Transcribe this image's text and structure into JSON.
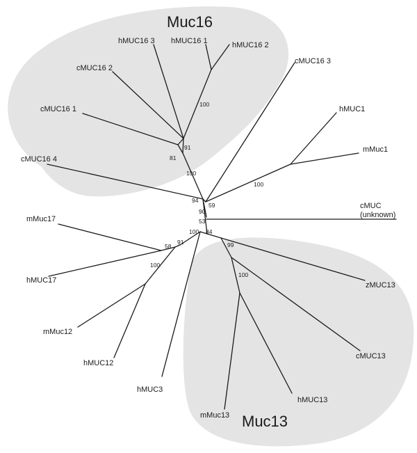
{
  "clades": [
    {
      "id": "muc16",
      "label": "Muc16",
      "color": "#e4e4e4"
    },
    {
      "id": "muc13",
      "label": "Muc13",
      "color": "#e4e4e4"
    }
  ],
  "leaves": [
    {
      "id": "hMUC16_3",
      "label": "hMUC16 3"
    },
    {
      "id": "hMUC16_1",
      "label": "hMUC16 1"
    },
    {
      "id": "hMUC16_2",
      "label": "hMUC16 2"
    },
    {
      "id": "cMUC16_2",
      "label": "cMUC16 2"
    },
    {
      "id": "cMUC16_1",
      "label": "cMUC16 1"
    },
    {
      "id": "cMUC16_4",
      "label": "cMUC16 4"
    },
    {
      "id": "cMUC16_3",
      "label": "cMUC16 3"
    },
    {
      "id": "hMUC1",
      "label": "hMUC1"
    },
    {
      "id": "mMuc1",
      "label": "mMuc1"
    },
    {
      "id": "cMUC_unknown",
      "label": "cMUC",
      "label2": "(unknown)"
    },
    {
      "id": "zMUC13",
      "label": "zMUC13"
    },
    {
      "id": "cMUC13",
      "label": "cMUC13"
    },
    {
      "id": "hMUC13",
      "label": "hMUC13"
    },
    {
      "id": "mMuc13",
      "label": "mMuc13"
    },
    {
      "id": "mMuc17",
      "label": "mMuc17"
    },
    {
      "id": "hMUC17",
      "label": "hMUC17"
    },
    {
      "id": "mMuc12",
      "label": "mMuc12"
    },
    {
      "id": "hMUC12",
      "label": "hMUC12"
    },
    {
      "id": "hMUC3",
      "label": "hMUC3"
    }
  ],
  "bootstrap": [
    {
      "id": "b100_muc16_top",
      "value": "100"
    },
    {
      "id": "b91_muc16",
      "value": "91"
    },
    {
      "id": "b81",
      "value": "81"
    },
    {
      "id": "b100_muc16_stem",
      "value": "100"
    },
    {
      "id": "b94",
      "value": "94"
    },
    {
      "id": "b59",
      "value": "59"
    },
    {
      "id": "b100_muc1",
      "value": "100"
    },
    {
      "id": "b90",
      "value": "90"
    },
    {
      "id": "b53",
      "value": "53"
    },
    {
      "id": "b84",
      "value": "84"
    },
    {
      "id": "b99",
      "value": "99"
    },
    {
      "id": "b100_muc13",
      "value": "100"
    },
    {
      "id": "b100_left",
      "value": "100"
    },
    {
      "id": "b91_left",
      "value": "91"
    },
    {
      "id": "b58",
      "value": "58"
    },
    {
      "id": "b100_muc12",
      "value": "100"
    }
  ]
}
